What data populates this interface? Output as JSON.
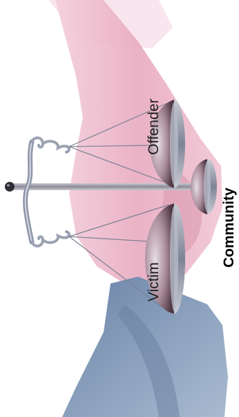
{
  "labels": {
    "offender": "Offender",
    "victim": "Victim",
    "community": "Community"
  },
  "colors": {
    "background": "#ffffff",
    "hand_skin": "#e9b4c6",
    "sleeve": "#7f95b4",
    "scale_metal": "#9aa3b3",
    "pan_dark": "#5b3f4d",
    "label_text": "#1d1d1d"
  }
}
